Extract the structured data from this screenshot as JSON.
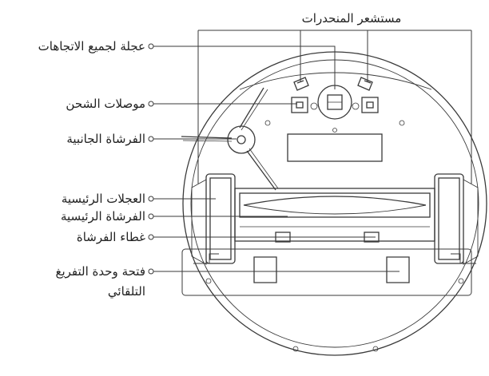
{
  "labels": {
    "cliff_sensors": "مستشعر المنحدرات",
    "omni_wheel": "عجلة لجميع الاتجاهات",
    "charging_contacts": "موصلات الشحن",
    "side_brush": "الفرشاة الجانبية",
    "main_wheels": "العجلات الرئيسية",
    "main_brush": "الفرشاة الرئيسية",
    "brush_cover": "غطاء الفرشاة",
    "auto_empty_port_line1": "فتحة وحدة التفريغ",
    "auto_empty_port_line2": "التلقائي"
  },
  "colors": {
    "line": "#3a3a3a",
    "text": "#222222",
    "background": "#ffffff"
  }
}
